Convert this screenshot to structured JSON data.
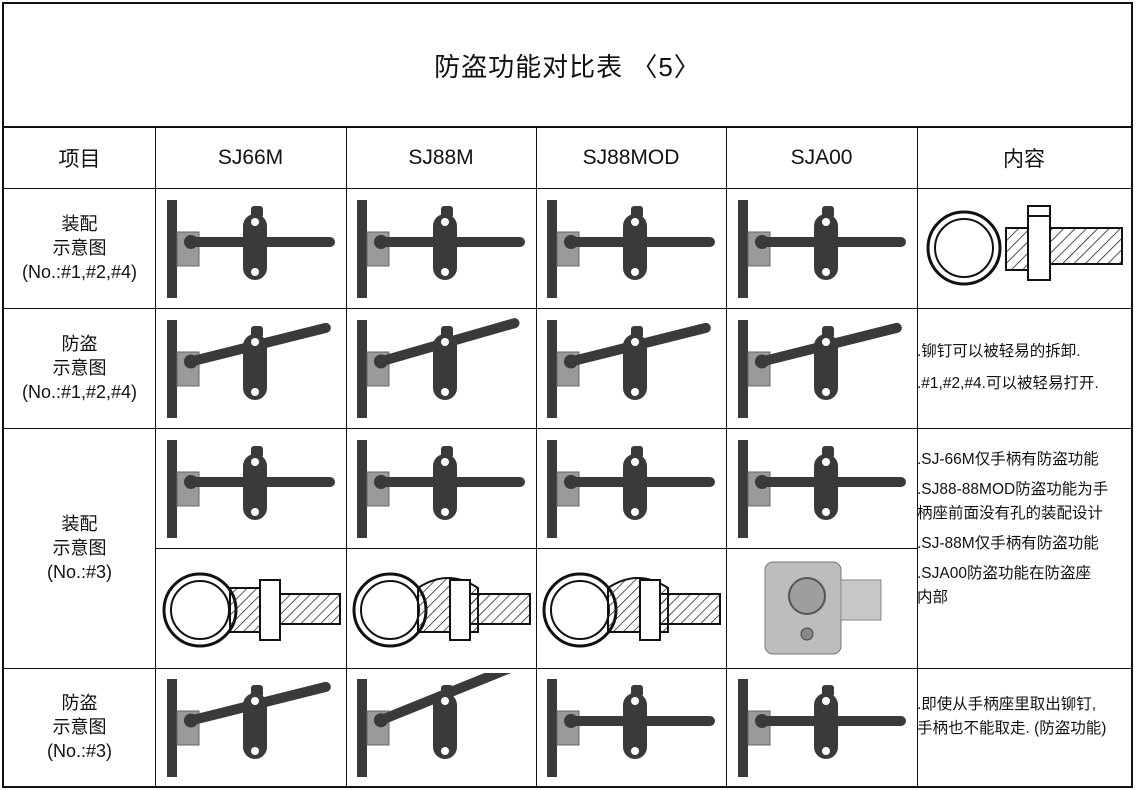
{
  "title": "防盗功能对比表 〈5〉",
  "headers": {
    "item": "项目",
    "col1": "SJ66M",
    "col2": "SJ88M",
    "col3": "SJ88MOD",
    "col4": "SJA00",
    "content": "内容"
  },
  "rows": {
    "r1": {
      "line1": "装配",
      "line2": "示意图",
      "line3": "(No.:#1,#2,#4)"
    },
    "r2": {
      "line1": "防盗",
      "line2": "示意图",
      "line3": "(No.:#1,#2,#4)"
    },
    "r3": {
      "line1": "装配",
      "line2": "示意图",
      "line3": "(No.:#3)"
    },
    "r4": {
      "line1": "防盗",
      "line2": "示意图",
      "line3": "(No.:#3)"
    }
  },
  "notes": {
    "r2": [
      ".铆钉可以被轻易的拆卸.",
      ".#1,#2,#4.可以被轻易打开."
    ],
    "r3": [
      ".SJ-66M仅手柄有防盗功能",
      ".SJ88-88MOD防盗功能为手",
      "柄座前面没有孔的装配设计",
      ".SJ-88M仅手柄有防盗功能",
      ".SJA00防盗功能在防盗座",
      "内部"
    ],
    "r4": [
      ".即使从手柄座里取出铆钉,",
      "手柄也不能取走. (防盗功能)"
    ]
  },
  "colors": {
    "border": "#111111",
    "metal": "#3a3a3a",
    "plate": "#9a9a9a",
    "hatch": "#222222"
  }
}
